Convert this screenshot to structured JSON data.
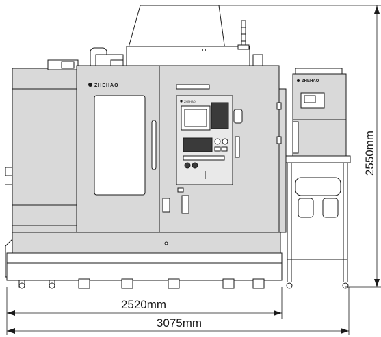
{
  "drawing": {
    "main_logo_text": "ZHEHAO",
    "side_logo_text": "ZHEHAO",
    "panel_brand_text": "ZHEHAO",
    "colors": {
      "line": "#1a1a1a",
      "machine_fill": "#d9d9d9",
      "panel_fill": "#e9e9e9",
      "dark": "#3a3a3a",
      "background": "#ffffff"
    }
  },
  "dimensions": {
    "height_label": "2550mm",
    "machine_width_label": "2520mm",
    "overall_width_label": "3075mm"
  }
}
